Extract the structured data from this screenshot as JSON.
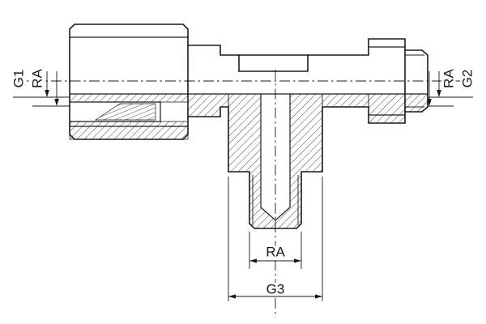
{
  "drawing": {
    "labels": {
      "g1": "G1",
      "ra_left": "RA",
      "ra_right": "RA",
      "g2": "G2",
      "ra_bottom": "RA",
      "g3": "G3"
    },
    "colors": {
      "line": "#1a1a1a",
      "background": "#ffffff"
    }
  }
}
